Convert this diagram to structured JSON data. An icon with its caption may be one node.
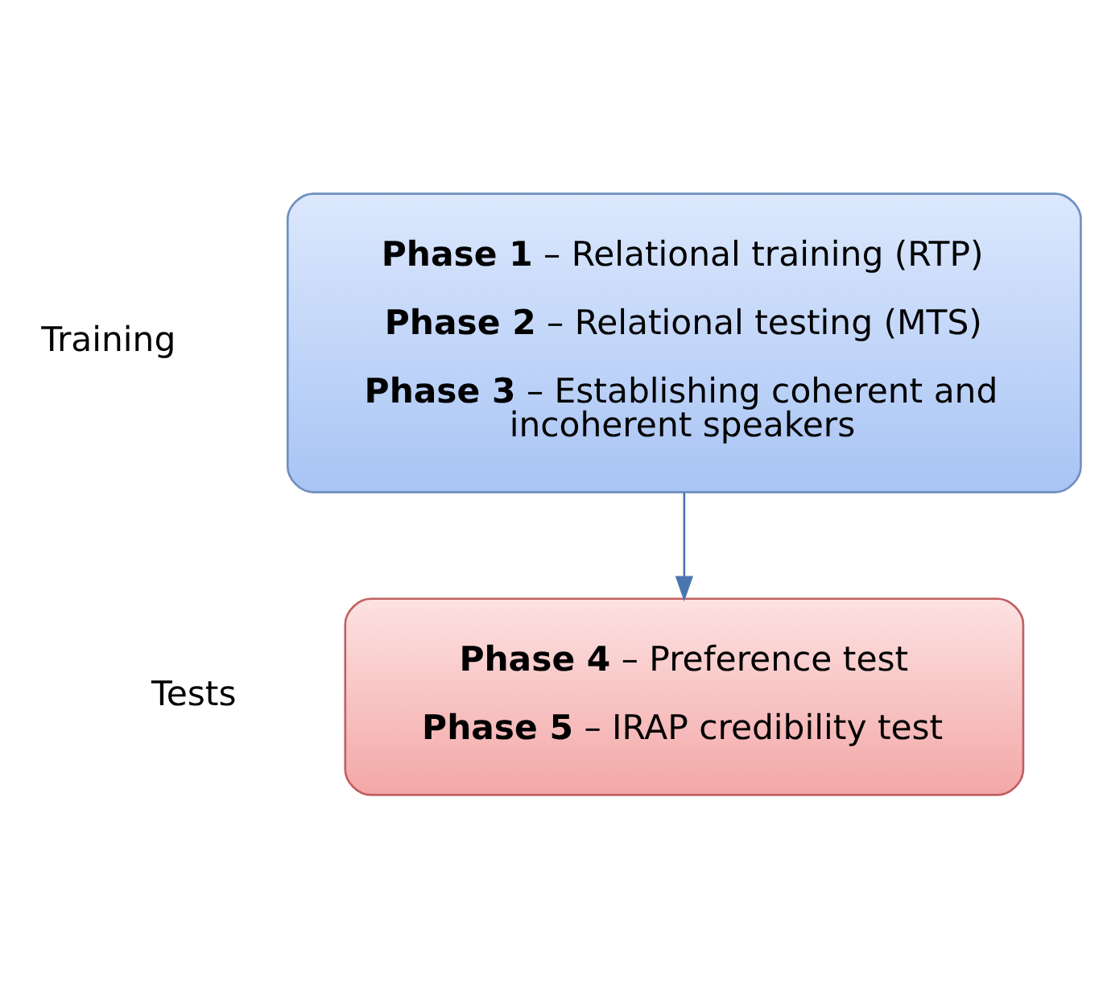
{
  "diagram": {
    "nodes": [
      {
        "text": [
          "**Phase 1** – Relational training (RTP)",
          "**Phase 2** – Relational testing (MTS)",
          "**Phase 3** – Establishing coherent and incoherent speakers"
        ],
        "beside": [
          "Training"
        ]
      },
      {
        "text": [
          "**Phase 4** – Preference test",
          "**Phase 5** – IRAP credibility test"
        ],
        "beside": [
          "Tests"
        ]
      }
    ],
    "edges": [
      {
        "from": 0,
        "to": 1,
        "arrow": "to"
      }
    ]
  }
}
